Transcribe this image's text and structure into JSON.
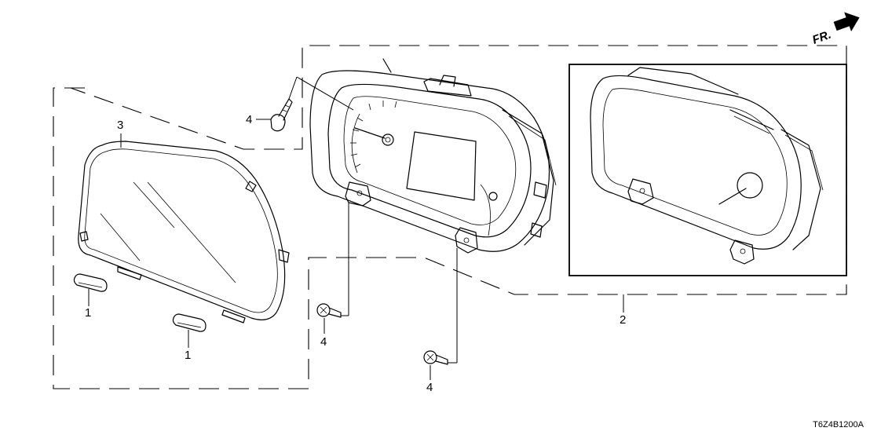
{
  "front_indicator": {
    "text": "FR.",
    "icon": "arrow-right-icon"
  },
  "callouts": [
    {
      "id": "lens-retainer-left",
      "text": "1"
    },
    {
      "id": "lens-retainer-right",
      "text": "1"
    },
    {
      "id": "meter-assembly",
      "text": "2"
    },
    {
      "id": "lens",
      "text": "3"
    },
    {
      "id": "screw-top",
      "text": "4"
    },
    {
      "id": "screw-lower-left",
      "text": "4"
    },
    {
      "id": "screw-lower-right",
      "text": "4"
    }
  ],
  "diagram_code": "T6Z4B1200A"
}
